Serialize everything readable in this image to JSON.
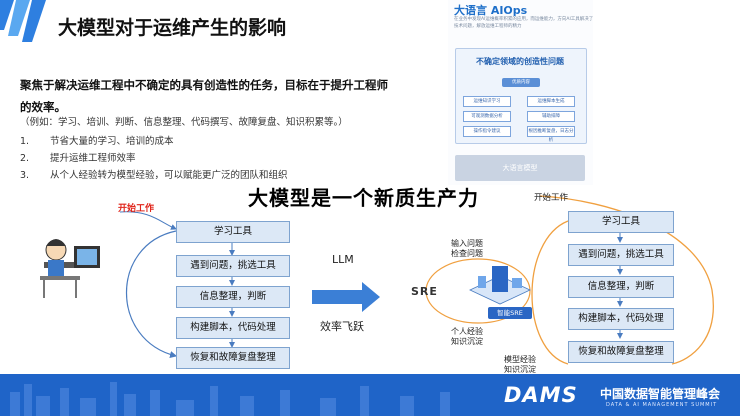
{
  "header": {
    "title": "大模型对于运维产生的影响"
  },
  "left_text": {
    "focus": "聚焦于解决运维工程中不确定的具有创造性的任务，目标在于提升工程师的效率。",
    "example": "（例如：学习、培训、判断、信息整理、代码撰写、故障复盘、知识积累等。）",
    "items": [
      {
        "num": "1.",
        "text": "节省大量的学习、培训的成本"
      },
      {
        "num": "2.",
        "text": "提升运维工程师效率"
      },
      {
        "num": "3.",
        "text": "从个人经验转为模型经验，可以赋能更广泛的团队和组织"
      }
    ]
  },
  "aiops_panel": {
    "title": "大语言 AIOps",
    "description": "在业务中发现AI运维概率积累的应用，而运维能力，方向AI工具解决了技术问题，解放运维工程师的精力",
    "issue_title": "不确定领域的创造性问题",
    "issue_tag": "优质内容",
    "cells": [
      "运维知识学习",
      "运维脚本生成",
      "可观测数据分析",
      "辅助排障",
      "操作指令建议",
      "根因推断复盘，日志分析"
    ],
    "assistant": "大语言模型"
  },
  "slogan": "大模型是一个新质生产力",
  "left_flow": {
    "start": "开始工作",
    "steps": [
      "学习工具",
      "遇到问题，挑选工具",
      "信息整理，判断",
      "构建脚本，代码处理",
      "恢复和故障复盘整理"
    ]
  },
  "middle": {
    "llm": "LLM",
    "efficiency": "效率飞跃",
    "sre_text": "SRE",
    "sre_badge": "智能SRE",
    "input_label": "输入问题 检查问题",
    "experience_label": "个人经验 知识沉淀",
    "model_label": "模型经验 知识沉淀"
  },
  "right_flow": {
    "start": "开始工作",
    "steps": [
      "学习工具",
      "遇到问题，挑选工具",
      "信息整理，判断",
      "构建脚本，代码处理",
      "恢复和故障复盘整理"
    ]
  },
  "footer": {
    "logo": "DAMS",
    "name": "中国数据智能管理峰会",
    "name_en": "DATA & AI MANAGEMENT SUMMIT"
  },
  "colors": {
    "brand_blue": "#1f64c8",
    "accent_red": "#e0251b",
    "step_fill": "#dce8f6",
    "arrow_blue": "#3b7fd6",
    "loop_orange": "#f0a040"
  }
}
